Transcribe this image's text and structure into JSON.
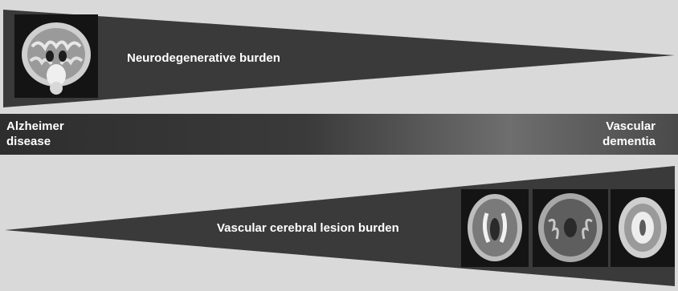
{
  "diagram": {
    "top_wedge_label": "Neurodegenerative burden",
    "bottom_wedge_label": "Vascular cerebral lesion burden",
    "spectrum": {
      "left_label_line1": "Alzheimer",
      "left_label_line2": "disease",
      "right_label_line1": "Vascular",
      "right_label_line2": "dementia"
    }
  },
  "images": {
    "top": "coronal-mri-brain-icon",
    "bottom": [
      "axial-mri-brain-icon",
      "axial-mri-brain-icon",
      "axial-mri-brain-icon"
    ]
  },
  "colors": {
    "background": "#d9d9d9",
    "wedge": "#3a3a3a",
    "text": "#ffffff"
  }
}
